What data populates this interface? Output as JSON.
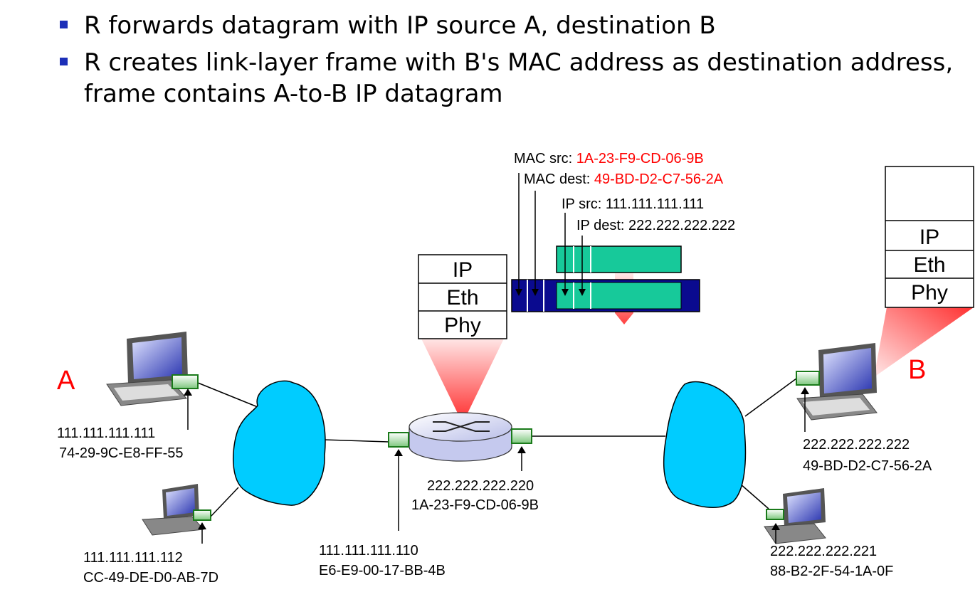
{
  "bullets": [
    "R forwards datagram with IP source A, destination B",
    "R creates link-layer frame with B's MAC address as destination address, frame contains A-to-B IP datagram"
  ],
  "frame": {
    "mac_src_label": "MAC src: ",
    "mac_src_value": "1A-23-F9-CD-06-9B",
    "mac_dest_label": "MAC dest: ",
    "mac_dest_value": "49-BD-D2-C7-56-2A",
    "ip_src": "IP src: 111.111.111.111",
    "ip_dest": "IP dest: 222.222.222.222"
  },
  "router_stack": [
    "IP",
    "Eth",
    "Phy"
  ],
  "host_b_stack": [
    "IP",
    "Eth",
    "Phy"
  ],
  "host_labels": {
    "a": "A",
    "b": "B"
  },
  "hosts": {
    "a": {
      "ip": "111.111.111.111",
      "mac": "74-29-9C-E8-FF-55"
    },
    "a2": {
      "ip": "111.111.111.112",
      "mac": "CC-49-DE-D0-AB-7D"
    },
    "b": {
      "ip": "222.222.222.222",
      "mac": "49-BD-D2-C7-56-2A"
    },
    "b2": {
      "ip": "222.222.222.221",
      "mac": "88-B2-2F-54-1A-0F"
    }
  },
  "router": {
    "left": {
      "ip": "111.111.111.110",
      "mac": "E6-E9-00-17-BB-4B"
    },
    "right": {
      "ip": "222.222.222.220",
      "mac": "1A-23-F9-CD-06-9B"
    }
  },
  "colors": {
    "accent_red": "#ff0000",
    "cloud": "#00ccff",
    "frame_blue": "#0a0a8f",
    "datagram_green": "#17c99a",
    "bullet": "#1c2fb8"
  }
}
